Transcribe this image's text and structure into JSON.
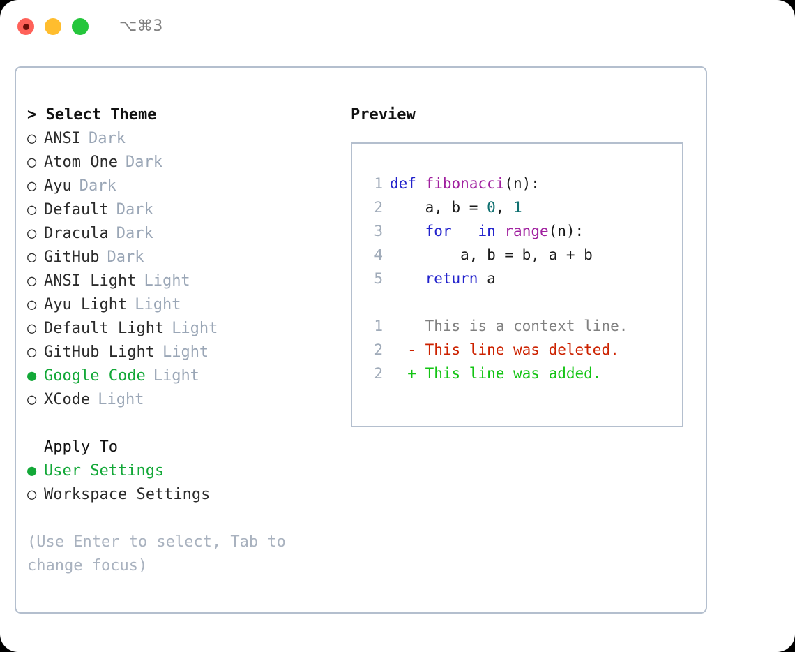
{
  "titlebar": {
    "dots": [
      {
        "name": "close-recording",
        "color": "#ff6159"
      },
      {
        "name": "minimize",
        "color": "#ffbd2e"
      },
      {
        "name": "maximize",
        "color": "#25c63c"
      }
    ],
    "shortcut": "⌥⌘3"
  },
  "theme_picker": {
    "heading": "> Select Theme",
    "bullet_selected": "●",
    "bullet_unselected": "○",
    "options": [
      {
        "bullet": "○",
        "label": "ANSI",
        "tag": "Dark",
        "selected": false
      },
      {
        "bullet": "○",
        "label": "Atom One",
        "tag": "Dark",
        "selected": false
      },
      {
        "bullet": "○",
        "label": "Ayu",
        "tag": "Dark",
        "selected": false
      },
      {
        "bullet": "○",
        "label": "Default",
        "tag": "Dark",
        "selected": false
      },
      {
        "bullet": "○",
        "label": "Dracula",
        "tag": "Dark",
        "selected": false
      },
      {
        "bullet": "○",
        "label": "GitHub",
        "tag": "Dark",
        "selected": false
      },
      {
        "bullet": "○",
        "label": "ANSI Light",
        "tag": "Light",
        "selected": false
      },
      {
        "bullet": "○",
        "label": "Ayu Light",
        "tag": "Light",
        "selected": false
      },
      {
        "bullet": "○",
        "label": "Default Light",
        "tag": "Light",
        "selected": false
      },
      {
        "bullet": "○",
        "label": "GitHub Light",
        "tag": "Light",
        "selected": false
      },
      {
        "bullet": "●",
        "label": "Google Code",
        "tag": "Light",
        "selected": true
      },
      {
        "bullet": "○",
        "label": "XCode",
        "tag": "Light",
        "selected": false
      }
    ]
  },
  "apply_to": {
    "heading": "Apply To",
    "options": [
      {
        "bullet": "●",
        "label": "User Settings",
        "selected": true
      },
      {
        "bullet": "○",
        "label": "Workspace Settings",
        "selected": false
      }
    ]
  },
  "hint": "(Use Enter to select, Tab to change focus)",
  "preview": {
    "title": "Preview",
    "code_lines": [
      {
        "lineno": "1",
        "tokens": [
          {
            "text": "def ",
            "type": "kw"
          },
          {
            "text": "fibonacci",
            "type": "fn"
          },
          {
            "text": "(n):",
            "type": "plain"
          }
        ]
      },
      {
        "lineno": "2",
        "tokens": [
          {
            "text": "    a, b = ",
            "type": "plain"
          },
          {
            "text": "0",
            "type": "num"
          },
          {
            "text": ", ",
            "type": "plain"
          },
          {
            "text": "1",
            "type": "num"
          }
        ]
      },
      {
        "lineno": "3",
        "tokens": [
          {
            "text": "    ",
            "type": "plain"
          },
          {
            "text": "for",
            "type": "kw"
          },
          {
            "text": " _ ",
            "type": "plain"
          },
          {
            "text": "in",
            "type": "kw"
          },
          {
            "text": " ",
            "type": "plain"
          },
          {
            "text": "range",
            "type": "fn"
          },
          {
            "text": "(n):",
            "type": "plain"
          }
        ]
      },
      {
        "lineno": "4",
        "tokens": [
          {
            "text": "        a, b = b, a + b",
            "type": "plain"
          }
        ]
      },
      {
        "lineno": "5",
        "tokens": [
          {
            "text": "    ",
            "type": "plain"
          },
          {
            "text": "return",
            "type": "kw"
          },
          {
            "text": " a",
            "type": "plain"
          }
        ]
      }
    ],
    "diff_lines": [
      {
        "lineno": "1",
        "marker": " ",
        "text": " This is a context line.",
        "type": "ctx"
      },
      {
        "lineno": "2",
        "marker": "-",
        "text": " This line was deleted.",
        "type": "del"
      },
      {
        "lineno": "2",
        "marker": "+",
        "text": " This line was added.",
        "type": "add"
      }
    ]
  },
  "colors": {
    "accent_green": "#13a838",
    "tag_gray": "#9aa6b6",
    "border": "#b4bfce",
    "keyword": "#2222cc",
    "function": "#a0209f",
    "number": "#0f7070",
    "diff_add": "#13c413",
    "diff_del": "#cc2200",
    "diff_ctx": "#808080"
  }
}
